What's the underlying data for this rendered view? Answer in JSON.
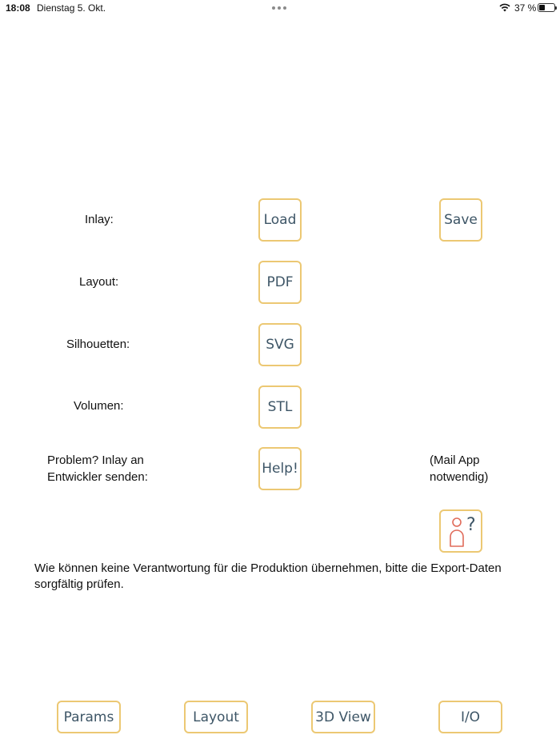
{
  "status_bar": {
    "time": "18:08",
    "date": "Dienstag 5. Okt.",
    "battery": "37 %",
    "battery_level": 0.37,
    "wifi_icon": "wifi-icon"
  },
  "rows": {
    "inlay": {
      "label": "Inlay:",
      "load": "Load",
      "save": "Save"
    },
    "layout": {
      "label": "Layout:",
      "button": "PDF"
    },
    "silhouetten": {
      "label": "Silhouetten:",
      "button": "SVG"
    },
    "volumen": {
      "label": "Volumen:",
      "button": "STL"
    },
    "problem": {
      "label_line1": "Problem? Inlay an",
      "label_line2": "Entwickler senden:",
      "button": "Help!",
      "note_line1": "(Mail App",
      "note_line2": "notwendig)"
    }
  },
  "help_person": {
    "icon": "person-question-icon",
    "mark": "?",
    "accent": "#e06b5a"
  },
  "notice": "Wie können keine Verantwortung für die Produktion übernehmen, bitte die Export-Daten sorgfältig prüfen.",
  "tabs": [
    "Params",
    "Layout",
    "3D View",
    "I/O"
  ],
  "colors": {
    "button_border": "#ecc873",
    "button_text": "#3d5566"
  }
}
